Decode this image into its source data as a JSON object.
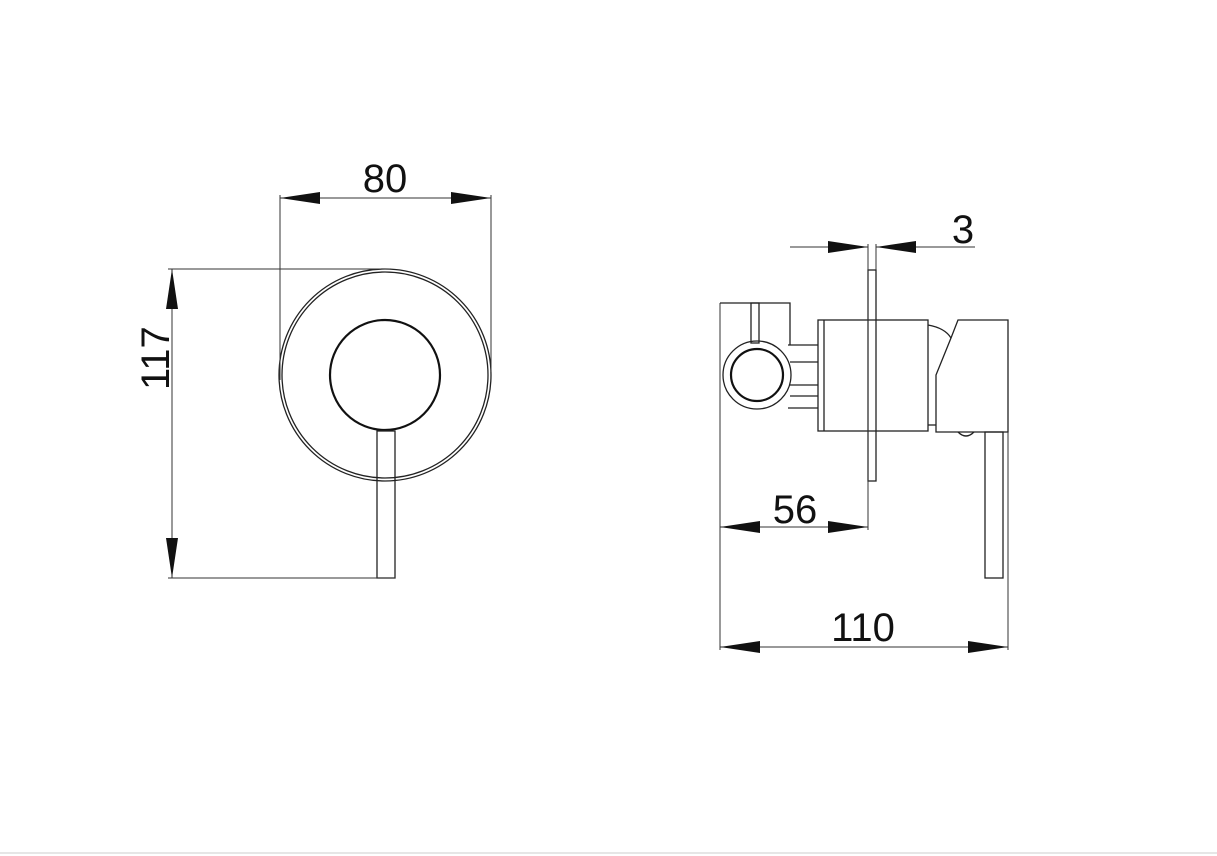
{
  "drawing": {
    "front_view": {
      "width_label": "80",
      "height_label": "117"
    },
    "side_view": {
      "plate_thickness_label": "3",
      "wall_depth_label": "56",
      "total_depth_label": "110"
    }
  }
}
